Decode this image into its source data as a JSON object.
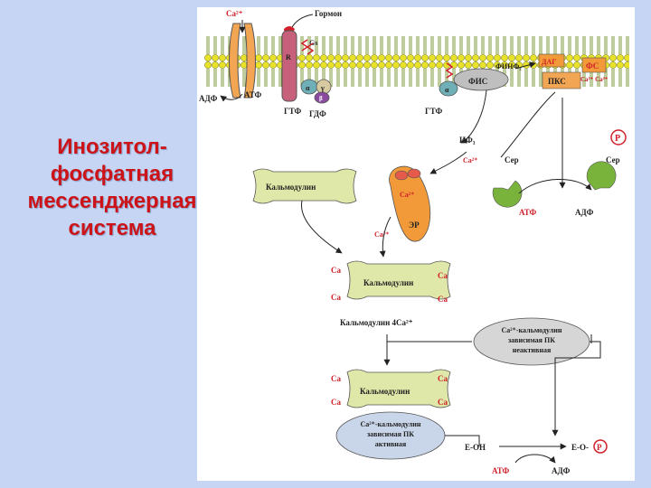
{
  "title": {
    "lines": [
      "Инозитол-",
      "фосфатная",
      "мессенджерная",
      "система"
    ]
  },
  "colors": {
    "title_red": "#cc1418",
    "membrane_yellow": "#e8e22a",
    "membrane_green": "#7d9a3d",
    "calmodulin_green": "#dfe8a8",
    "er_orange": "#f29a3a",
    "label_red": "#d0202a",
    "kinase_gray": "#d6d6d6",
    "enzyme_green": "#79b33b"
  },
  "labels": {
    "ca_top": "Ca²⁺",
    "hormone": "Гормон",
    "adp_left": "АДФ",
    "atp_left": "АТФ",
    "receptor": "R",
    "gs": "Gs",
    "alpha1": "α",
    "gamma": "γ",
    "beta": "β",
    "gtp1": "ГТФ",
    "gdp": "ГДФ",
    "alpha2": "α",
    "gtp2": "ГТФ",
    "fis": "ФИС",
    "finf": "ФИНФ₂",
    "dag": "ДАГ",
    "fs": "ФС",
    "pkc": "ПКС",
    "ca_pair": "Ca²⁺ Ca²⁺",
    "if3": "ИФ₃",
    "ca_from_if3": "Ca²⁺",
    "p_top": "P",
    "ser_left": "Сер",
    "ser_right": "Сер",
    "atp_mid": "АТФ",
    "adp_mid": "АДФ",
    "calmodulin1": "Кальмодулин",
    "ca_er": "Ca²⁺",
    "er": "ЭР",
    "ca_released": "Ca²⁺",
    "ca_tl": "Ca",
    "ca_tr": "Ca",
    "calmodulin2": "Кальмодулин",
    "ca_bl": "Ca",
    "ca_br": "Ca",
    "calmodulin_4ca": "Кальмодулин 4Ca²⁺",
    "kinase_inactive_l1": "Ca²⁺-кальмодулин",
    "kinase_inactive_l2": "зависимая ПК",
    "kinase_inactive_l3": "неактивная",
    "ca3_tl": "Ca",
    "ca3_tr": "Ca",
    "calmodulin3": "Кальмодулин",
    "ca3_bl": "Ca",
    "ca3_br": "Ca",
    "kinase_active_l1": "Ca²⁺-кальмодулин",
    "kinase_active_l2": "зависимая ПК",
    "kinase_active_l3": "активная",
    "e_oh": "E-OH",
    "e_op": "E-O-",
    "p_bottom": "P",
    "atp_bottom": "АТФ",
    "adp_bottom": "АДФ"
  }
}
